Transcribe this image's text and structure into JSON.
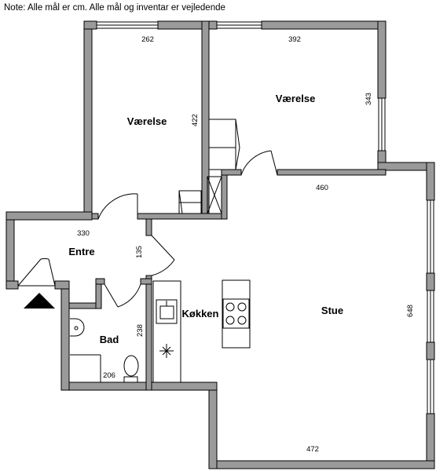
{
  "note": "Note: Alle mål er cm. Alle mål og inventar er vejledende",
  "rooms": {
    "vaerelse_1": "Værelse",
    "vaerelse_2": "Værelse",
    "entre": "Entre",
    "bad": "Bad",
    "koekken": "Køkken",
    "stue": "Stue"
  },
  "dimensions": {
    "vaerelse_1_width": "262",
    "vaerelse_1_depth": "422",
    "vaerelse_2_width": "392",
    "vaerelse_2_depth": "343",
    "stue_top": "460",
    "stue_side": "648",
    "stue_bottom": "472",
    "entre_width": "330",
    "entre_depth": "135",
    "bad_depth": "238",
    "bad_width": "206"
  }
}
